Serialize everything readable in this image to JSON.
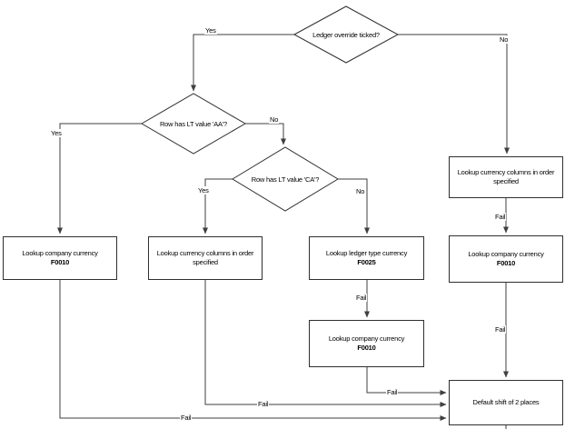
{
  "diagram": {
    "background": "#ffffff",
    "line_color": "#3f3f3f",
    "border_color": "#2f2f2f",
    "decisions": {
      "ledger_override": {
        "question": "Ledger override ticked?"
      },
      "lt_aa": {
        "question": "Row has LT value 'AA'?"
      },
      "lt_ca": {
        "question": "Row has LT value 'CA'?"
      }
    },
    "boxes": {
      "company_currency_left": {
        "line1": "Lookup company currency",
        "code": "F0010"
      },
      "currency_columns_mid": {
        "line1": "Lookup currency columns in order",
        "line2": "specified"
      },
      "ledger_type_currency": {
        "line1": "Lookup ledger type currency",
        "code": "F0025"
      },
      "company_currency_mid": {
        "line1": "Lookup company currency",
        "code": "F0010"
      },
      "currency_columns_right": {
        "line1": "Lookup currency columns in order",
        "line2": "specified"
      },
      "company_currency_right": {
        "line1": "Lookup company currency",
        "code": "F0010"
      },
      "default_shift": {
        "line1": "Default shift of 2 places"
      }
    },
    "labels": {
      "yes": "Yes",
      "no": "No",
      "fail": "Fail"
    }
  }
}
